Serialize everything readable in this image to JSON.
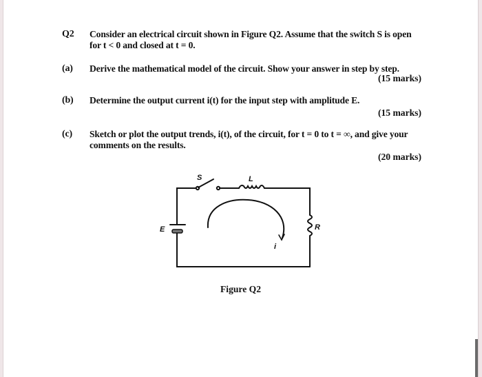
{
  "question": {
    "number": "Q2",
    "intro_line1": "Consider an electrical circuit shown in Figure Q2. Assume that the switch S is open",
    "intro_line2": "for t < 0 and closed at t = 0."
  },
  "parts": [
    {
      "label": "(a)",
      "text": "Derive the mathematical model of the circuit. Show your answer in step by step.",
      "marks": "(15 marks)"
    },
    {
      "label": "(b)",
      "text": "Determine the output current i(t) for the input step with amplitude E.",
      "marks": "(15 marks)"
    },
    {
      "label": "(c)",
      "text_line1": "Sketch or plot the output trends, i(t), of the circuit, for t = 0 to t = ∞, and give your",
      "text_line2": "comments on the results.",
      "marks": "(20 marks)"
    }
  ],
  "figure": {
    "caption": "Figure Q2",
    "labels": {
      "switch": "S",
      "inductor": "L",
      "source": "E",
      "resistor": "R",
      "current": "i"
    }
  }
}
